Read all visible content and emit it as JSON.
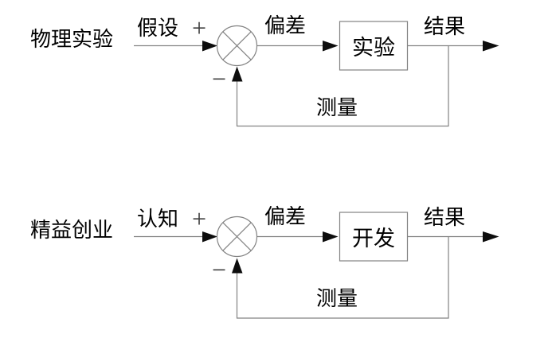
{
  "background_color": "#ffffff",
  "colors": {
    "wire_stroke": "#828282",
    "arrowhead_fill": "#0d0d0d",
    "text": "#000000",
    "sign": "#3f3f3f"
  },
  "diagrams": [
    {
      "title": "物理实验",
      "input_label": "假设",
      "plus_sign": "+",
      "minus_sign": "−",
      "error_label": "偏差",
      "process_label": "实验",
      "output_label": "结果",
      "feedback_label": "测量"
    },
    {
      "title": "精益创业",
      "input_label": "认知",
      "plus_sign": "+",
      "minus_sign": "−",
      "error_label": "偏差",
      "process_label": "开发",
      "output_label": "结果",
      "feedback_label": "测量"
    }
  ]
}
